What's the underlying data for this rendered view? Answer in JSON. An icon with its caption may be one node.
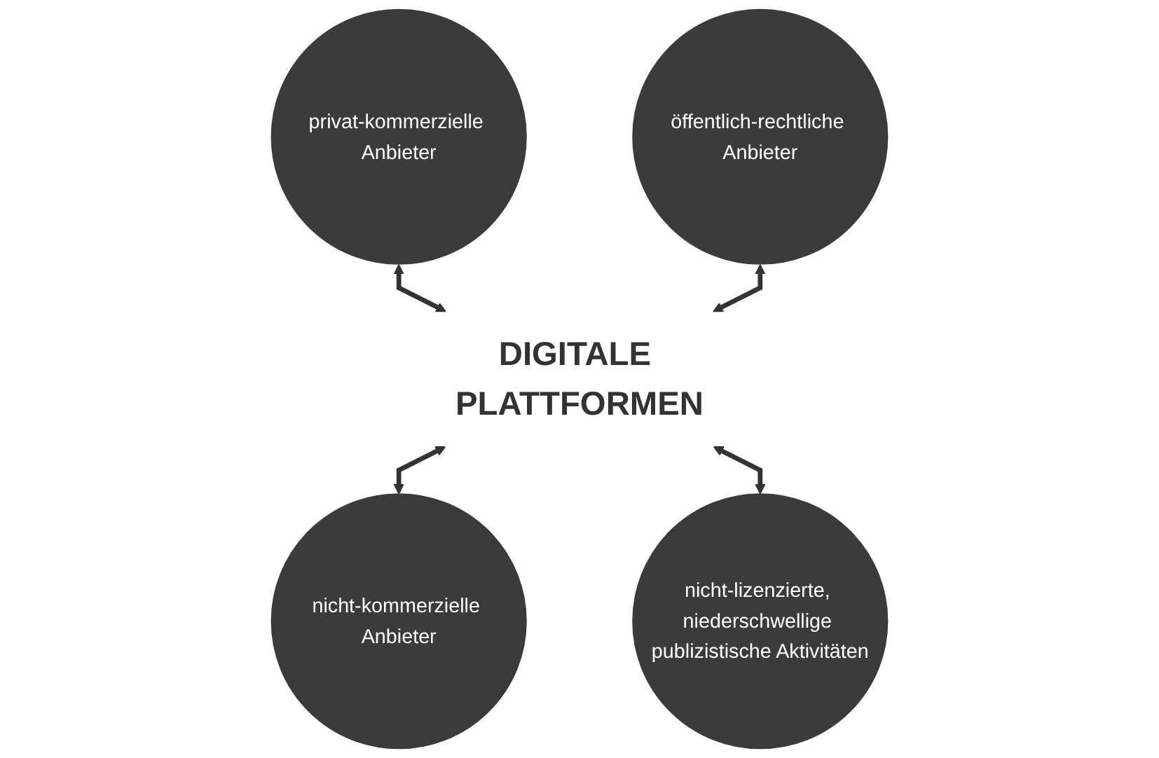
{
  "diagram": {
    "nodes": [
      {
        "text": [
          "privat-kommerzielle Anbieter"
        ]
      },
      {
        "text": [
          "öffentlich-rechtliche Anbieter"
        ]
      },
      {
        "text": [
          "DIGITALE PLATTFORMEN"
        ]
      },
      {
        "text": [
          "nicht-kommerzielle Anbieter"
        ]
      },
      {
        "text": [
          "nicht-lizenzierte, niederschwellige publizistische Aktivitäten"
        ]
      }
    ],
    "edges": [
      {
        "from": 0,
        "to": 2,
        "arrow": "both"
      },
      {
        "from": 1,
        "to": 2,
        "arrow": "both"
      },
      {
        "from": 2,
        "to": 3,
        "arrow": "both"
      },
      {
        "from": 2,
        "to": 4,
        "arrow": "both"
      }
    ]
  }
}
